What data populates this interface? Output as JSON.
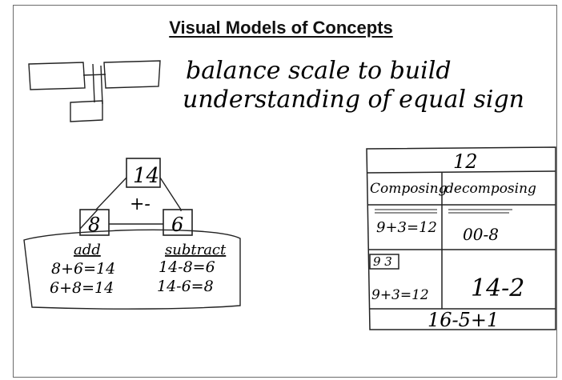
{
  "title": "Visual Models of Concepts",
  "balance_note": {
    "line1": "balance scale to build",
    "line2": "understanding of equal sign"
  },
  "number_bond": {
    "whole": "14",
    "operators": "+-",
    "part_left": "8",
    "part_right": "6",
    "add_label": "add",
    "subtract_label": "subtract",
    "add_eq1": "8+6=14",
    "add_eq2": "6+8=14",
    "sub_eq1": "14-8=6",
    "sub_eq2": "14-6=8"
  },
  "compose_table": {
    "header": "12",
    "col1": "Composing",
    "col2": "decomposing",
    "r1c1": "9+3=12",
    "r1c2": "00-8",
    "r2c1_top": "9 3",
    "r2c1_bottom": "9+3=12",
    "r2c2": "14-2",
    "footer": "16-5+1"
  }
}
